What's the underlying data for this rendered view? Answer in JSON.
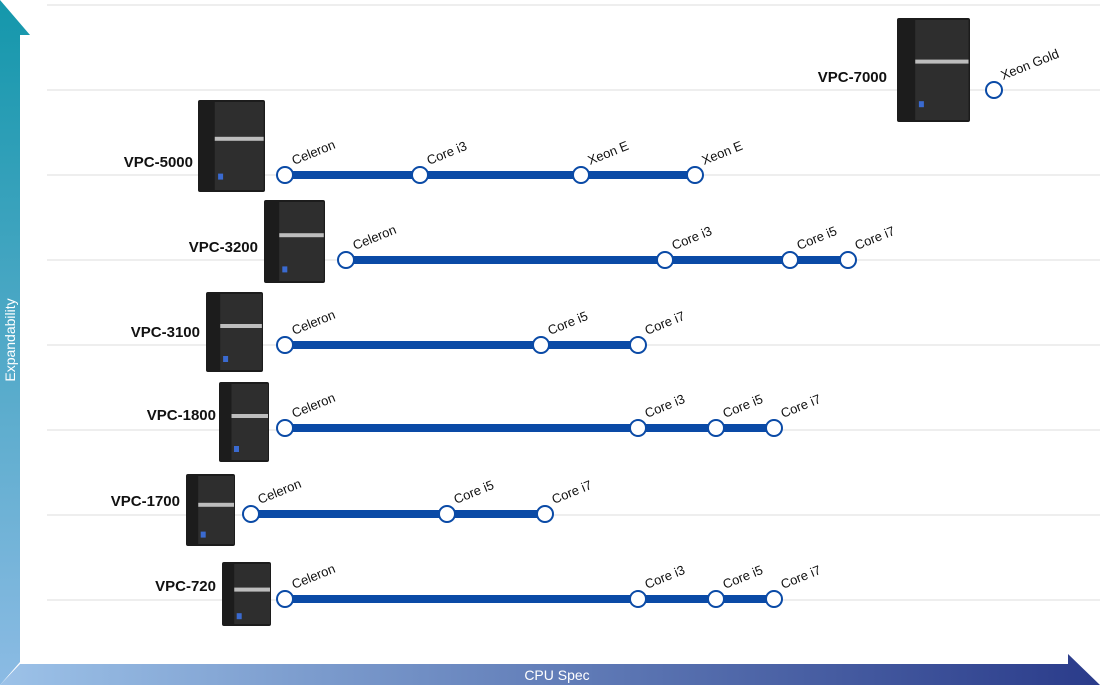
{
  "axes": {
    "x_label": "CPU Spec",
    "y_label": "Expandability"
  },
  "colors": {
    "line": "#0a4aa6",
    "node_fill": "#ffffff",
    "y_axis_top": "#1497ab",
    "y_axis_bottom": "#8cbbe4",
    "x_axis_left": "#9cc2e8",
    "x_axis_right": "#2a3b8a"
  },
  "rows": [
    {
      "model": "VPC-7000",
      "cpus": [
        "Xeon Gold"
      ]
    },
    {
      "model": "VPC-5000",
      "cpus": [
        "Celeron",
        "Core i3",
        "Xeon E",
        "Xeon E"
      ]
    },
    {
      "model": "VPC-3200",
      "cpus": [
        "Celeron",
        "Core i3",
        "Core i5",
        "Core i7"
      ]
    },
    {
      "model": "VPC-3100",
      "cpus": [
        "Celeron",
        "Core i5",
        "Core i7"
      ]
    },
    {
      "model": "VPC-1800",
      "cpus": [
        "Celeron",
        "Core i3",
        "Core i5",
        "Core i7"
      ]
    },
    {
      "model": "VPC-1700",
      "cpus": [
        "Celeron",
        "Core i5",
        "Core i7"
      ]
    },
    {
      "model": "VPC-720",
      "cpus": [
        "Celeron",
        "Core i3",
        "Core i5",
        "Core i7"
      ]
    }
  ]
}
